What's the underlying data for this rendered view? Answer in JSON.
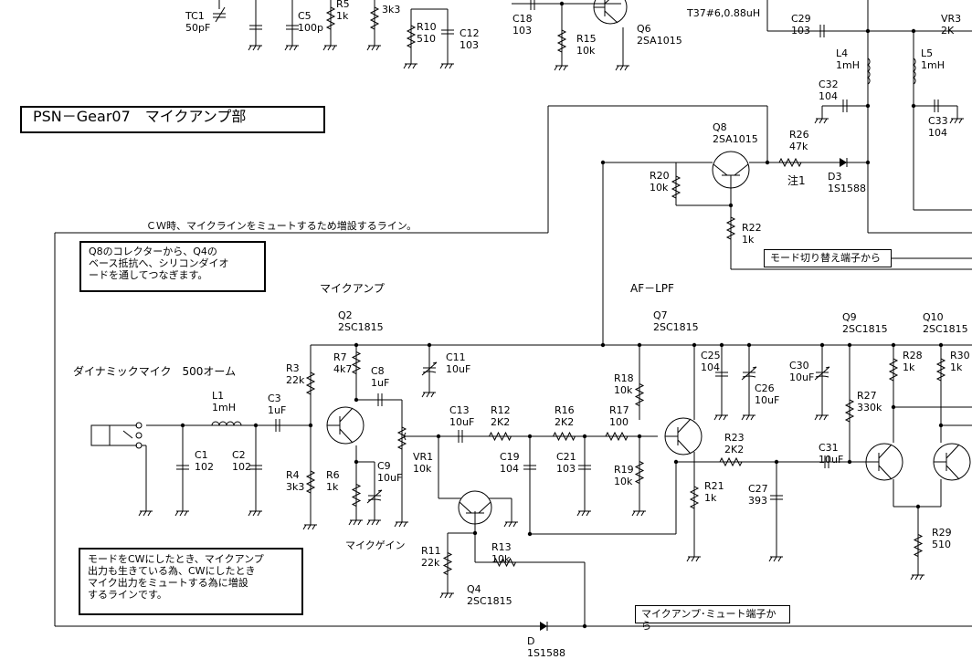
{
  "title": "PSN－Gear07　マイクアンプ部",
  "notes": {
    "q8_note_lines": [
      "Q8のコレクターから、Q4の",
      "ベース抵抗へ、シリコンダイオ",
      "ードを通してつなぎます。"
    ],
    "cw_mute_note_lines": [
      "モードをCWにしたとき、マイクアンプ",
      "出力も生きている為、CWにしたとき",
      "マイク出力をミュートする為に増設",
      "するラインです。"
    ],
    "cw_line_label": "ＣＷ時、マイクラインをミュートするため増設するライン。",
    "mode_terminal": "モード切り替え端子から",
    "mute_terminal": "マイクアンプ･ミュート端子から",
    "note1": "注1"
  },
  "sections": {
    "mic_amp": "マイクアンプ",
    "af_lpf": "AF－LPF",
    "dynamic_mic": "ダイナミックマイク　500オーム",
    "mic_gain": "マイクゲイン"
  },
  "parts": {
    "TC1": [
      "TC1",
      "50pF"
    ],
    "C5": [
      "C5",
      "100p"
    ],
    "R5": [
      "R5",
      "1k"
    ],
    "R_3k3": [
      "3k3"
    ],
    "R10": [
      "R10",
      "510"
    ],
    "C12": [
      "C12",
      "103"
    ],
    "C18": [
      "C18",
      "103"
    ],
    "R15": [
      "R15",
      "10k"
    ],
    "Q6": [
      "Q6",
      "2SA1015"
    ],
    "T37": [
      "T37#6,0.88uH"
    ],
    "C29": [
      "C29",
      "103"
    ],
    "VR3": [
      "VR3",
      "2K"
    ],
    "L4": [
      "L4",
      "1mH"
    ],
    "L5": [
      "L5",
      "1mH"
    ],
    "C32": [
      "C32",
      "104"
    ],
    "C33": [
      "C33",
      "104"
    ],
    "Q8": [
      "Q8",
      "2SA1015"
    ],
    "R26": [
      "R26",
      "47k"
    ],
    "D3": [
      "D3",
      "1S1588"
    ],
    "R20": [
      "R20",
      "10k"
    ],
    "R22": [
      "R22",
      "1k"
    ],
    "Q2": [
      "Q2",
      "2SC1815"
    ],
    "Q7": [
      "Q7",
      "2SC1815"
    ],
    "Q9": [
      "Q9",
      "2SC1815"
    ],
    "Q10": [
      "Q10",
      "2SC1815"
    ],
    "R3": [
      "R3",
      "22k"
    ],
    "R7": [
      "R7",
      "4k7"
    ],
    "C8": [
      "C8",
      "1uF"
    ],
    "C11": [
      "C11",
      "10uF"
    ],
    "L1": [
      "L1",
      "1mH"
    ],
    "C3": [
      "C3",
      "1uF"
    ],
    "C1": [
      "C1",
      "102"
    ],
    "C2": [
      "C2",
      "102"
    ],
    "R4": [
      "R4",
      "3k3"
    ],
    "R6": [
      "R6",
      "1k"
    ],
    "C9": [
      "C9",
      "10uF"
    ],
    "VR1": [
      "VR1",
      "10k"
    ],
    "C13": [
      "C13",
      "10uF"
    ],
    "R12": [
      "R12",
      "2K2"
    ],
    "R16": [
      "R16",
      "2K2"
    ],
    "R17": [
      "R17",
      "100"
    ],
    "R18": [
      "R18",
      "10k"
    ],
    "C19": [
      "C19",
      "104"
    ],
    "C21": [
      "C21",
      "103"
    ],
    "R19": [
      "R19",
      "10k"
    ],
    "C25": [
      "C25",
      "104"
    ],
    "C26": [
      "C26",
      "10uF"
    ],
    "C30": [
      "C30",
      "10uF"
    ],
    "R27": [
      "R27",
      "330k"
    ],
    "R28": [
      "R28",
      "1k"
    ],
    "R30": [
      "R30",
      "1k"
    ],
    "R23": [
      "R23",
      "2K2"
    ],
    "R21": [
      "R21",
      "1k"
    ],
    "C27": [
      "C27",
      "393"
    ],
    "C31": [
      "C31",
      "10uF"
    ],
    "R29": [
      "R29",
      "510"
    ],
    "R11": [
      "R11",
      "22k"
    ],
    "R13": [
      "R13",
      "10k"
    ],
    "Q4": [
      "Q4",
      "2SC1815"
    ],
    "D": [
      "D",
      "1S1588"
    ]
  }
}
